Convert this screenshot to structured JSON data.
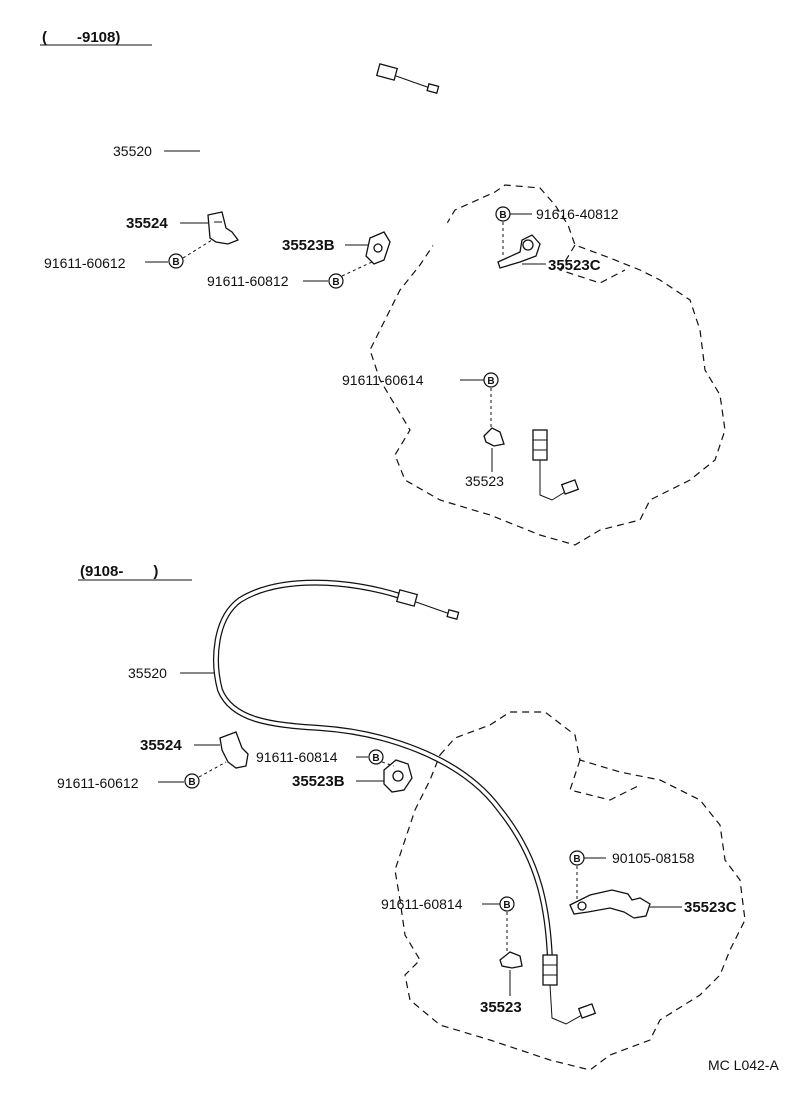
{
  "diagram": {
    "code": "MC L042-A",
    "bolt_symbol": "B",
    "sections": [
      {
        "range": "(　　-9108)",
        "labels": {
          "cable": "35520",
          "bracket_left": "35524",
          "bolt_left": "91611-60612",
          "clamp_b": "35523B",
          "bolt_clamp_b": "91611-60812",
          "bolt_c": "91616-40812",
          "clamp_c": "35523C",
          "bolt_bottom": "91611-60614",
          "clamp_bottom": "35523"
        }
      },
      {
        "range": "(9108-　　)",
        "labels": {
          "cable": "35520",
          "bracket_left": "35524",
          "bolt_left": "91611-60612",
          "clamp_b": "35523B",
          "bolt_clamp_b": "91611-60814",
          "bolt_c": "90105-08158",
          "clamp_c": "35523C",
          "bolt_bottom": "91611-60814",
          "clamp_bottom": "35523"
        }
      }
    ]
  }
}
